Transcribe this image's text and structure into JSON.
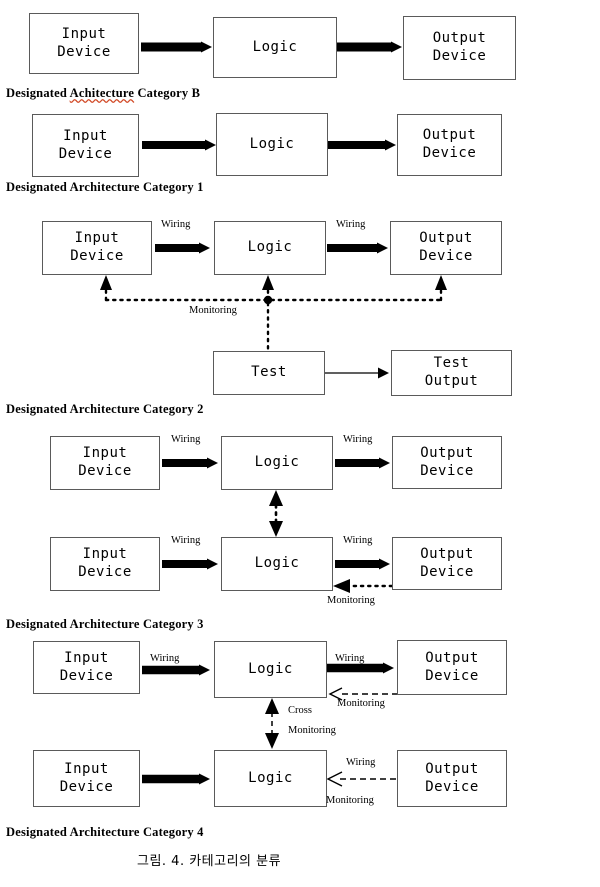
{
  "figure": {
    "caption": "그림. 4. 카테고리의 분류",
    "node_labels": {
      "input_device": [
        "Input",
        "Device"
      ],
      "logic": [
        "Logic"
      ],
      "output_device": [
        "Output",
        "Device"
      ],
      "test": [
        "Test"
      ],
      "test_output": [
        "Test",
        "Output"
      ]
    },
    "edge_labels": {
      "wiring": "Wiring",
      "monitoring": "Monitoring",
      "cross": "Cross"
    }
  },
  "sections": [
    {
      "id": "category-b",
      "label_prefix": "Designated ",
      "label_misspelled": "Achitecture",
      "label_suffix": " Category B",
      "label_full": "Designated Achitecture Category B",
      "nodes": [
        {
          "name": "input-device",
          "lines": [
            "Input",
            "Device"
          ]
        },
        {
          "name": "logic",
          "lines": [
            "Logic"
          ]
        },
        {
          "name": "output-device",
          "lines": [
            "Output",
            "Device"
          ]
        }
      ]
    },
    {
      "id": "category-1",
      "label_full": "Designated Architecture Category 1",
      "nodes": [
        {
          "name": "input-device",
          "lines": [
            "Input",
            "Device"
          ]
        },
        {
          "name": "logic",
          "lines": [
            "Logic"
          ]
        },
        {
          "name": "output-device",
          "lines": [
            "Output",
            "Device"
          ]
        }
      ]
    },
    {
      "id": "category-2",
      "label_full": "Designated Architecture Category 2",
      "nodes": [
        {
          "name": "input-device",
          "lines": [
            "Input",
            "Device"
          ]
        },
        {
          "name": "logic",
          "lines": [
            "Logic"
          ]
        },
        {
          "name": "output-device",
          "lines": [
            "Output",
            "Device"
          ]
        },
        {
          "name": "test",
          "lines": [
            "Test"
          ]
        },
        {
          "name": "test-output",
          "lines": [
            "Test",
            "Output"
          ]
        }
      ],
      "edges": [
        "Wiring",
        "Wiring",
        "Monitoring"
      ]
    },
    {
      "id": "category-3",
      "label_full": "Designated Architecture Category 3",
      "nodes": [
        {
          "name": "input-device-top",
          "lines": [
            "Input",
            "Device"
          ]
        },
        {
          "name": "logic-top",
          "lines": [
            "Logic"
          ]
        },
        {
          "name": "output-device-top",
          "lines": [
            "Output",
            "Device"
          ]
        },
        {
          "name": "input-device-bottom",
          "lines": [
            "Input",
            "Device"
          ]
        },
        {
          "name": "logic-bottom",
          "lines": [
            "Logic"
          ]
        },
        {
          "name": "output-device-bottom",
          "lines": [
            "Output",
            "Device"
          ]
        }
      ],
      "edges": [
        "Wiring",
        "Wiring",
        "Wiring",
        "Wiring",
        "Monitoring"
      ]
    },
    {
      "id": "category-4",
      "label_full": "Designated Architecture Category 4",
      "nodes": [
        {
          "name": "input-device-top",
          "lines": [
            "Input",
            "Device"
          ]
        },
        {
          "name": "logic-top",
          "lines": [
            "Logic"
          ]
        },
        {
          "name": "output-device-top",
          "lines": [
            "Output",
            "Device"
          ]
        },
        {
          "name": "input-device-bottom",
          "lines": [
            "Input",
            "Device"
          ]
        },
        {
          "name": "logic-bottom",
          "lines": [
            "Logic"
          ]
        },
        {
          "name": "output-device-bottom",
          "lines": [
            "Output",
            "Device"
          ]
        }
      ],
      "edges": [
        "Wiring",
        "Wiring",
        "Monitoring",
        "Cross",
        "Monitoring",
        "Wiring",
        "Wiring",
        "Monitoring"
      ]
    }
  ],
  "colors": {
    "stroke": "#000000",
    "box_border": "#5a5a5a",
    "background": "#ffffff",
    "spellcheck_underline": "#d24a28"
  }
}
